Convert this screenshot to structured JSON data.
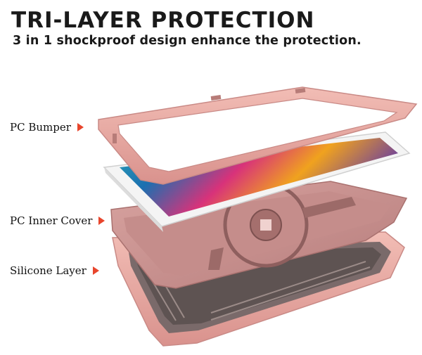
{
  "headline": "TRI-LAYER PROTECTION",
  "subheadline": "3 in 1 shockproof design enhance the protection.",
  "layers": [
    {
      "label": "PC Bumper"
    },
    {
      "label": "PC Inner Cover"
    },
    {
      "label": "Silicone Layer"
    }
  ],
  "colors": {
    "accent_arrow": "#e8452c",
    "case_pink": "#e8a9a3",
    "case_pink_dark": "#c98a86",
    "inner_cover": "#d39a98",
    "text": "#1a1a1a"
  },
  "icons": [
    "right-triangle-arrow-icon"
  ]
}
